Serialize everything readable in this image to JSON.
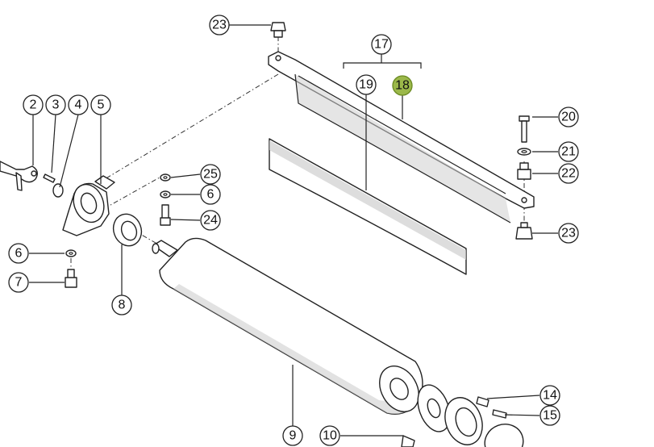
{
  "diagram": {
    "highlight_color": "#9bb84a",
    "callouts": [
      {
        "id": "c23a",
        "label": "23"
      },
      {
        "id": "c17",
        "label": "17"
      },
      {
        "id": "c19",
        "label": "19"
      },
      {
        "id": "c18",
        "label": "18",
        "highlighted": true
      },
      {
        "id": "c2",
        "label": "2"
      },
      {
        "id": "c3",
        "label": "3"
      },
      {
        "id": "c4",
        "label": "4"
      },
      {
        "id": "c5",
        "label": "5"
      },
      {
        "id": "c20",
        "label": "20"
      },
      {
        "id": "c21",
        "label": "21"
      },
      {
        "id": "c22",
        "label": "22"
      },
      {
        "id": "c25",
        "label": "25"
      },
      {
        "id": "c6a",
        "label": "6"
      },
      {
        "id": "c24",
        "label": "24"
      },
      {
        "id": "c23b",
        "label": "23"
      },
      {
        "id": "c6b",
        "label": "6"
      },
      {
        "id": "c7",
        "label": "7"
      },
      {
        "id": "c8",
        "label": "8"
      },
      {
        "id": "c9",
        "label": "9"
      },
      {
        "id": "c10",
        "label": "10"
      },
      {
        "id": "c14",
        "label": "14"
      },
      {
        "id": "c15",
        "label": "15"
      }
    ]
  }
}
